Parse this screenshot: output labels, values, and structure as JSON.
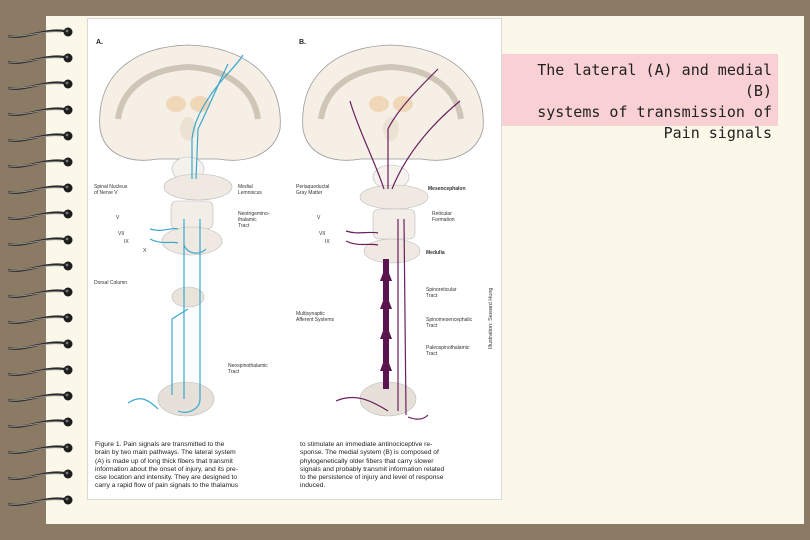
{
  "title_lines": [
    "The lateral (A) and medial (B)",
    "systems of transmission of",
    "Pain signals"
  ],
  "figure": {
    "panel_a": {
      "label": "A.",
      "labels": {
        "spinal_nucleus_1": "Spinal Nucleus",
        "spinal_nucleus_2": "of Nerve V",
        "medial_lemniscus_1": "Medial",
        "medial_lemniscus_2": "Lemniscus",
        "neo_1": "Neotrigemino-",
        "neo_2": "thalamic",
        "neo_3": "Tract",
        "v": "V",
        "vii": "VII",
        "ix": "IX",
        "x": "X",
        "dorsal_column": "Dorsal Column",
        "neospino_1": "Neospinothalamic",
        "neospino_2": "Tract"
      }
    },
    "panel_b": {
      "label": "B.",
      "labels": {
        "periaqueductal_1": "Periaqueductal",
        "periaqueductal_2": "Gray Matter",
        "mesencephalon": "Mesencephalon",
        "reticular_1": "Reticular",
        "reticular_2": "Formation",
        "v": "V",
        "vii": "VII",
        "ix": "IX",
        "medulla": "Medulla",
        "spinoreticular_1": "Spinoreticular",
        "spinoreticular_2": "Tract",
        "multisynaptic_1": "Multisynaptic",
        "multisynaptic_2": "Afferent Systems",
        "spinomes_1": "Spinomesencephalic",
        "spinomes_2": "Tract",
        "paleo_1": "Paleospinothalamic",
        "paleo_2": "Tract"
      }
    },
    "credit": "Illustration: Seward Hung",
    "caption_left": [
      "Figure 1. Pain signals are transmitted to the",
      "brain by two main pathways. The lateral system",
      "(A) is made up of long thick fibers that transmit",
      "information about the onset of injury, and its pre-",
      "cise location and intensity. They are designed to",
      "carry a rapid flow of pain signals to the thalamus"
    ],
    "caption_right": [
      "to stimulate an immediate antinociceptive re-",
      "sponse. The medial system (B) is composed of",
      "phylogenetically older fibers that carry slower",
      "signals and probably transmit information related",
      "to the persistence of injury and level of response",
      "induced."
    ]
  },
  "colors": {
    "lateral_tract": "#3aa8cf",
    "medial_tract": "#6b1f5e",
    "title_bg": "#f9d0d3",
    "background": "#8b7a64"
  }
}
